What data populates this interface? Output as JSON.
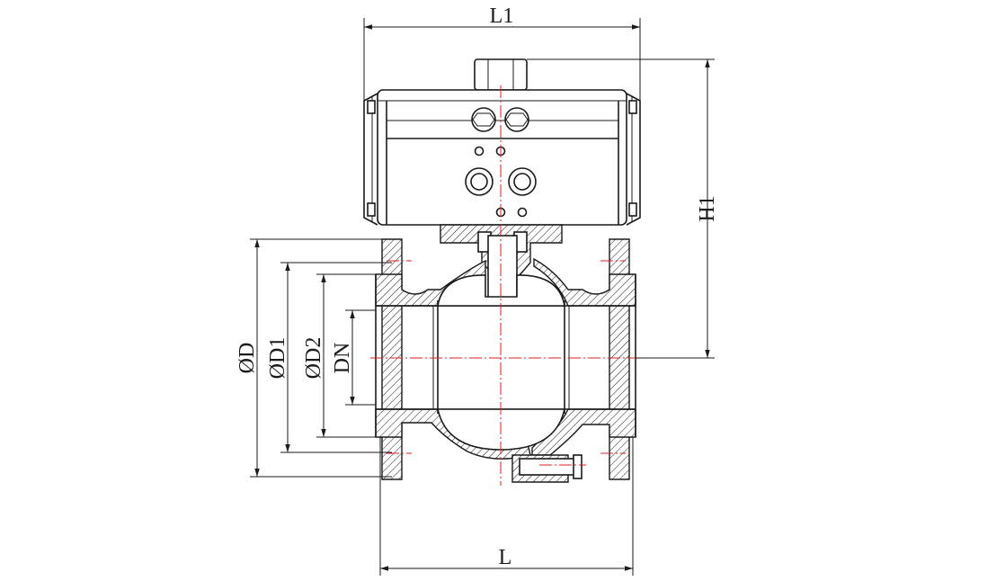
{
  "drawing": {
    "labels": {
      "L1": "L1",
      "H1": "H1",
      "OD": "ØD",
      "OD1": "ØD1",
      "OD2": "ØD2",
      "DN": "DN",
      "L": "L"
    },
    "line_color": "#1a1a1a",
    "centerline_color": "#e0201c"
  }
}
